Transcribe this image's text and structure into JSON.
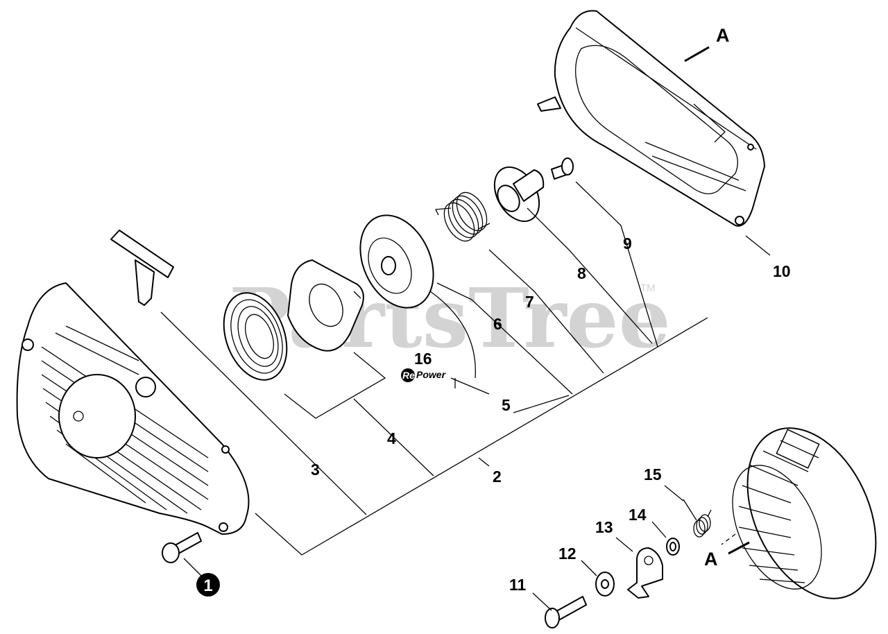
{
  "watermark": {
    "text": "PartsTree",
    "trademark": "TM"
  },
  "repower": {
    "badge": "Re",
    "text": "Power"
  },
  "labels": {
    "l1": "1",
    "l2": "2",
    "l3": "3",
    "l4": "4",
    "l5": "5",
    "l6": "6",
    "l7": "7",
    "l8": "8",
    "l9": "9",
    "l10": "10",
    "l11": "11",
    "l12": "12",
    "l13": "13",
    "l14": "14",
    "l15": "15",
    "l16": "16",
    "a_top": "A",
    "a_bottom": "A"
  }
}
